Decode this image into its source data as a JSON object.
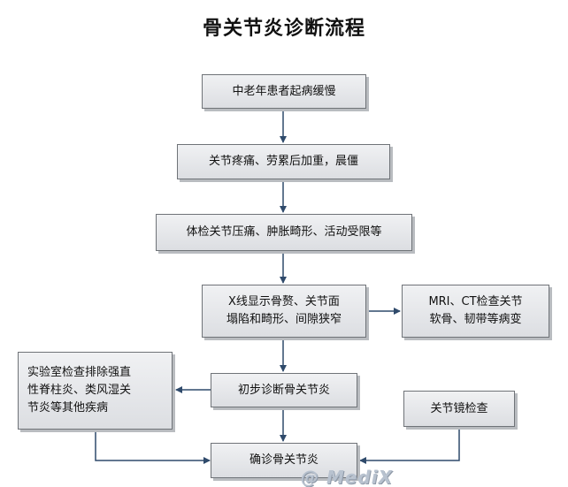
{
  "title": "骨关节炎诊断流程",
  "nodes": {
    "onset": "中老年患者起病缓慢",
    "pain": "关节疼痛、劳累后加重，晨僵",
    "exam": "体检关节压痛、肿胀畸形、活动受限等",
    "xray": "X线显示骨赘、关节面\n塌陷和畸形、间隙狭窄",
    "mri": "MRI、CT检查关节\n软骨、韧带等病变",
    "initial": "初步诊断骨关节炎",
    "lab": "实验室检查排除强直\n性脊柱炎、类风湿关\n节炎等其他疾病",
    "arthroscopy": "关节镜检查",
    "confirm": "确诊骨关节炎"
  },
  "watermark": "@ MediX",
  "colors": {
    "box_border": "#6f7378",
    "box_fill_top": "#f0f1f3",
    "box_fill_bottom": "#dcdee2",
    "arrow": "#2f4a6b"
  }
}
